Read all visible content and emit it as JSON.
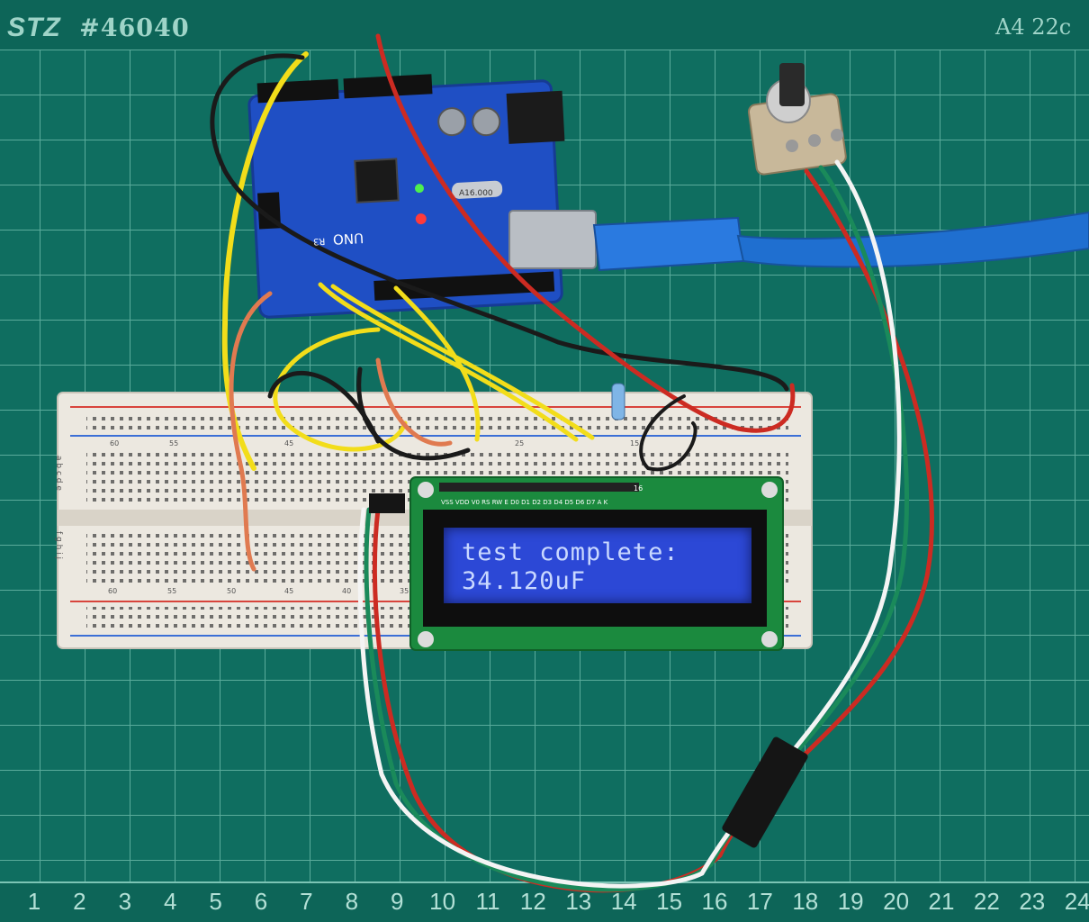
{
  "mat": {
    "brand_logo": "STZ",
    "model": "#46040",
    "size_label": "A4 22c",
    "ruler_numbers": [
      "1",
      "2",
      "3",
      "4",
      "5",
      "6",
      "7",
      "8",
      "9",
      "10",
      "11",
      "12",
      "13",
      "14",
      "15",
      "16",
      "17",
      "18",
      "19",
      "20",
      "21",
      "22",
      "23",
      "24"
    ]
  },
  "lcd": {
    "line1": "test complete:",
    "line2": "34.120uF",
    "pin_labels": "VSS VDD V0 RS RW E D0 D1 D2 D3 D4 D5 D6 D7 A K",
    "pin_count": "16",
    "backlight_color": "#2c48d6",
    "text_color": "#c9d8ff"
  },
  "arduino": {
    "board_label": "UNO",
    "revision_label": "R3",
    "crystal_label": "A16.000",
    "board_color": "#1f4fc4"
  },
  "breadboard": {
    "row_numbers_top": [
      "60",
      "55",
      "45",
      "25",
      "15"
    ],
    "row_numbers_bottom": [
      "60",
      "55",
      "50",
      "45",
      "40",
      "35"
    ],
    "column_letters_top": "a b c d e",
    "column_letters_bottom": "f g h i j"
  },
  "colors": {
    "mat": "#0f6e60",
    "grid_line": "#56a898",
    "usb_cable": "#1f6fd0"
  }
}
